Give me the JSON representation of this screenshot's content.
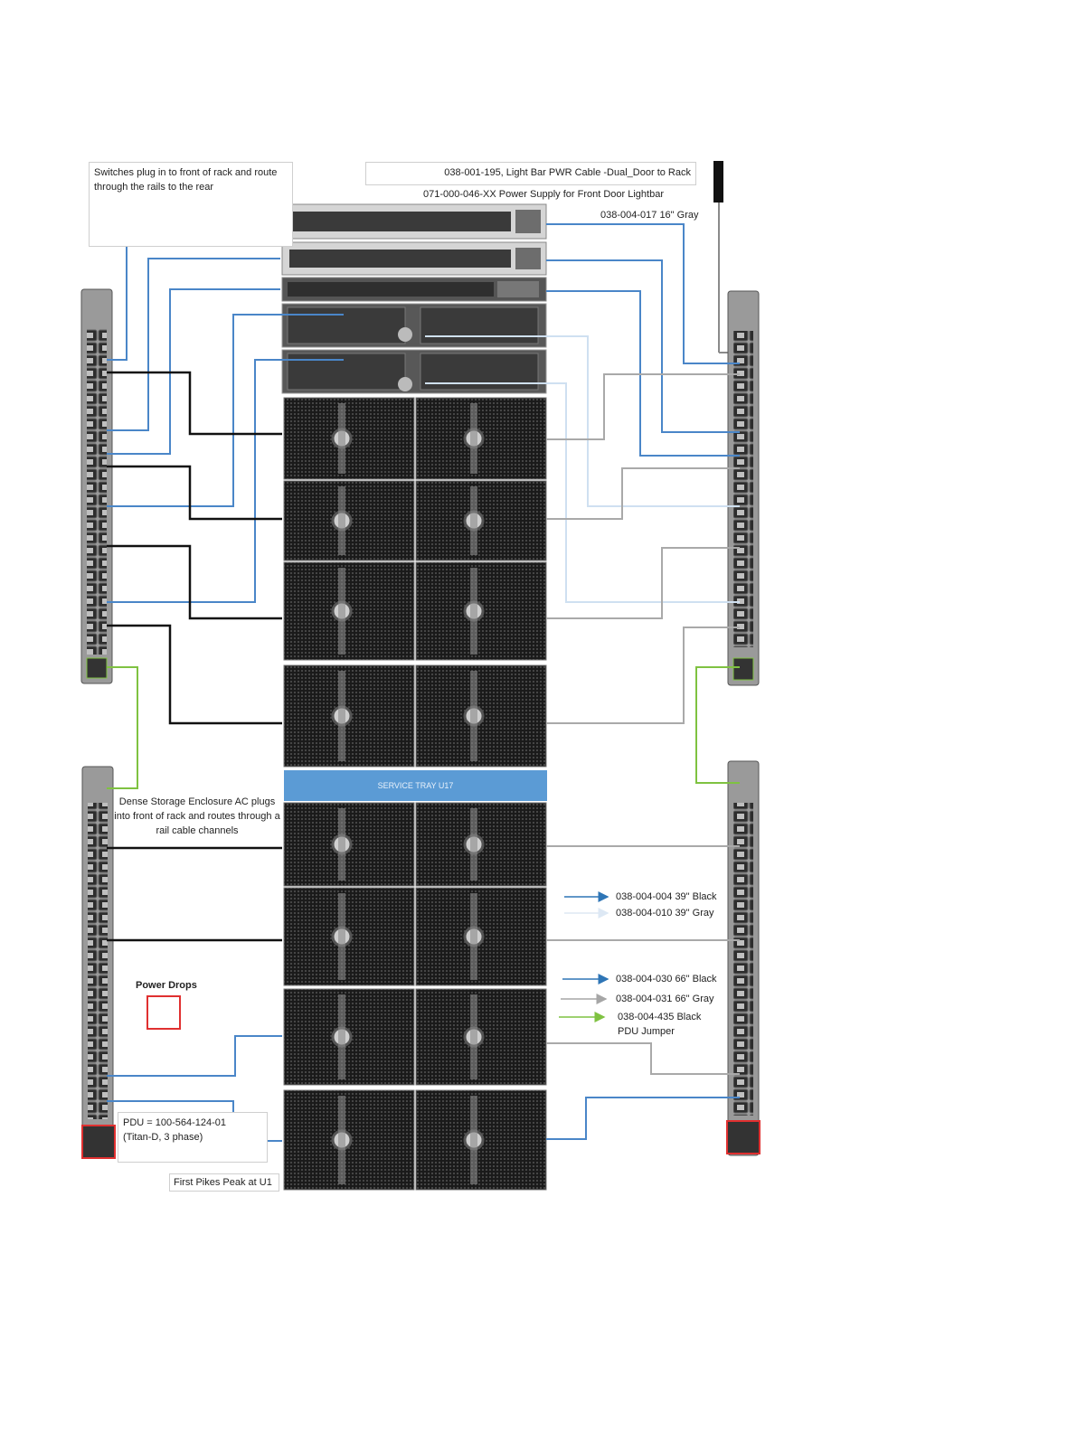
{
  "labels": {
    "switch_note": "Switches plug in to front of rack and route through the rails to the rear",
    "lightbar_cable": "038-001-195, Light Bar PWR Cable -Dual_Door to Rack",
    "lightbar_psu": "071-000-046-XX Power Supply for Front Door Lightbar",
    "gray16": "038-004-017 16\" Gray",
    "dense_note": "Dense Storage Enclosure AC plugs into front of rack and routes through a rail cable channels",
    "service_tray": "SERVICE TRAY  U17",
    "power_drops": "Power Drops",
    "pdu_part": "PDU = 100-564-124-01",
    "pdu_desc": "(Titan-D, 3 phase)",
    "first_pikes": "First Pikes Peak at U1"
  },
  "legend": [
    {
      "label": "038-004-004 39\" Black",
      "color": "#2e75b6"
    },
    {
      "label": "038-004-010 39\" Gray",
      "color": "#dde8f4"
    },
    {
      "label": "038-004-030 66\" Black",
      "color": "#2e75b6"
    },
    {
      "label": "038-004-031 66\" Gray",
      "color": "#a6a6a6"
    },
    {
      "label": "038-004-435  Black",
      "label2": "PDU Jumper",
      "color": "#7fc241"
    }
  ],
  "colors": {
    "blue": "#4a86c8",
    "black": "#111111",
    "gray": "#a9a9a9",
    "lightblue": "#cfe0f1",
    "green": "#7fc241",
    "red": "#e03030",
    "service": "#5b9bd5"
  }
}
